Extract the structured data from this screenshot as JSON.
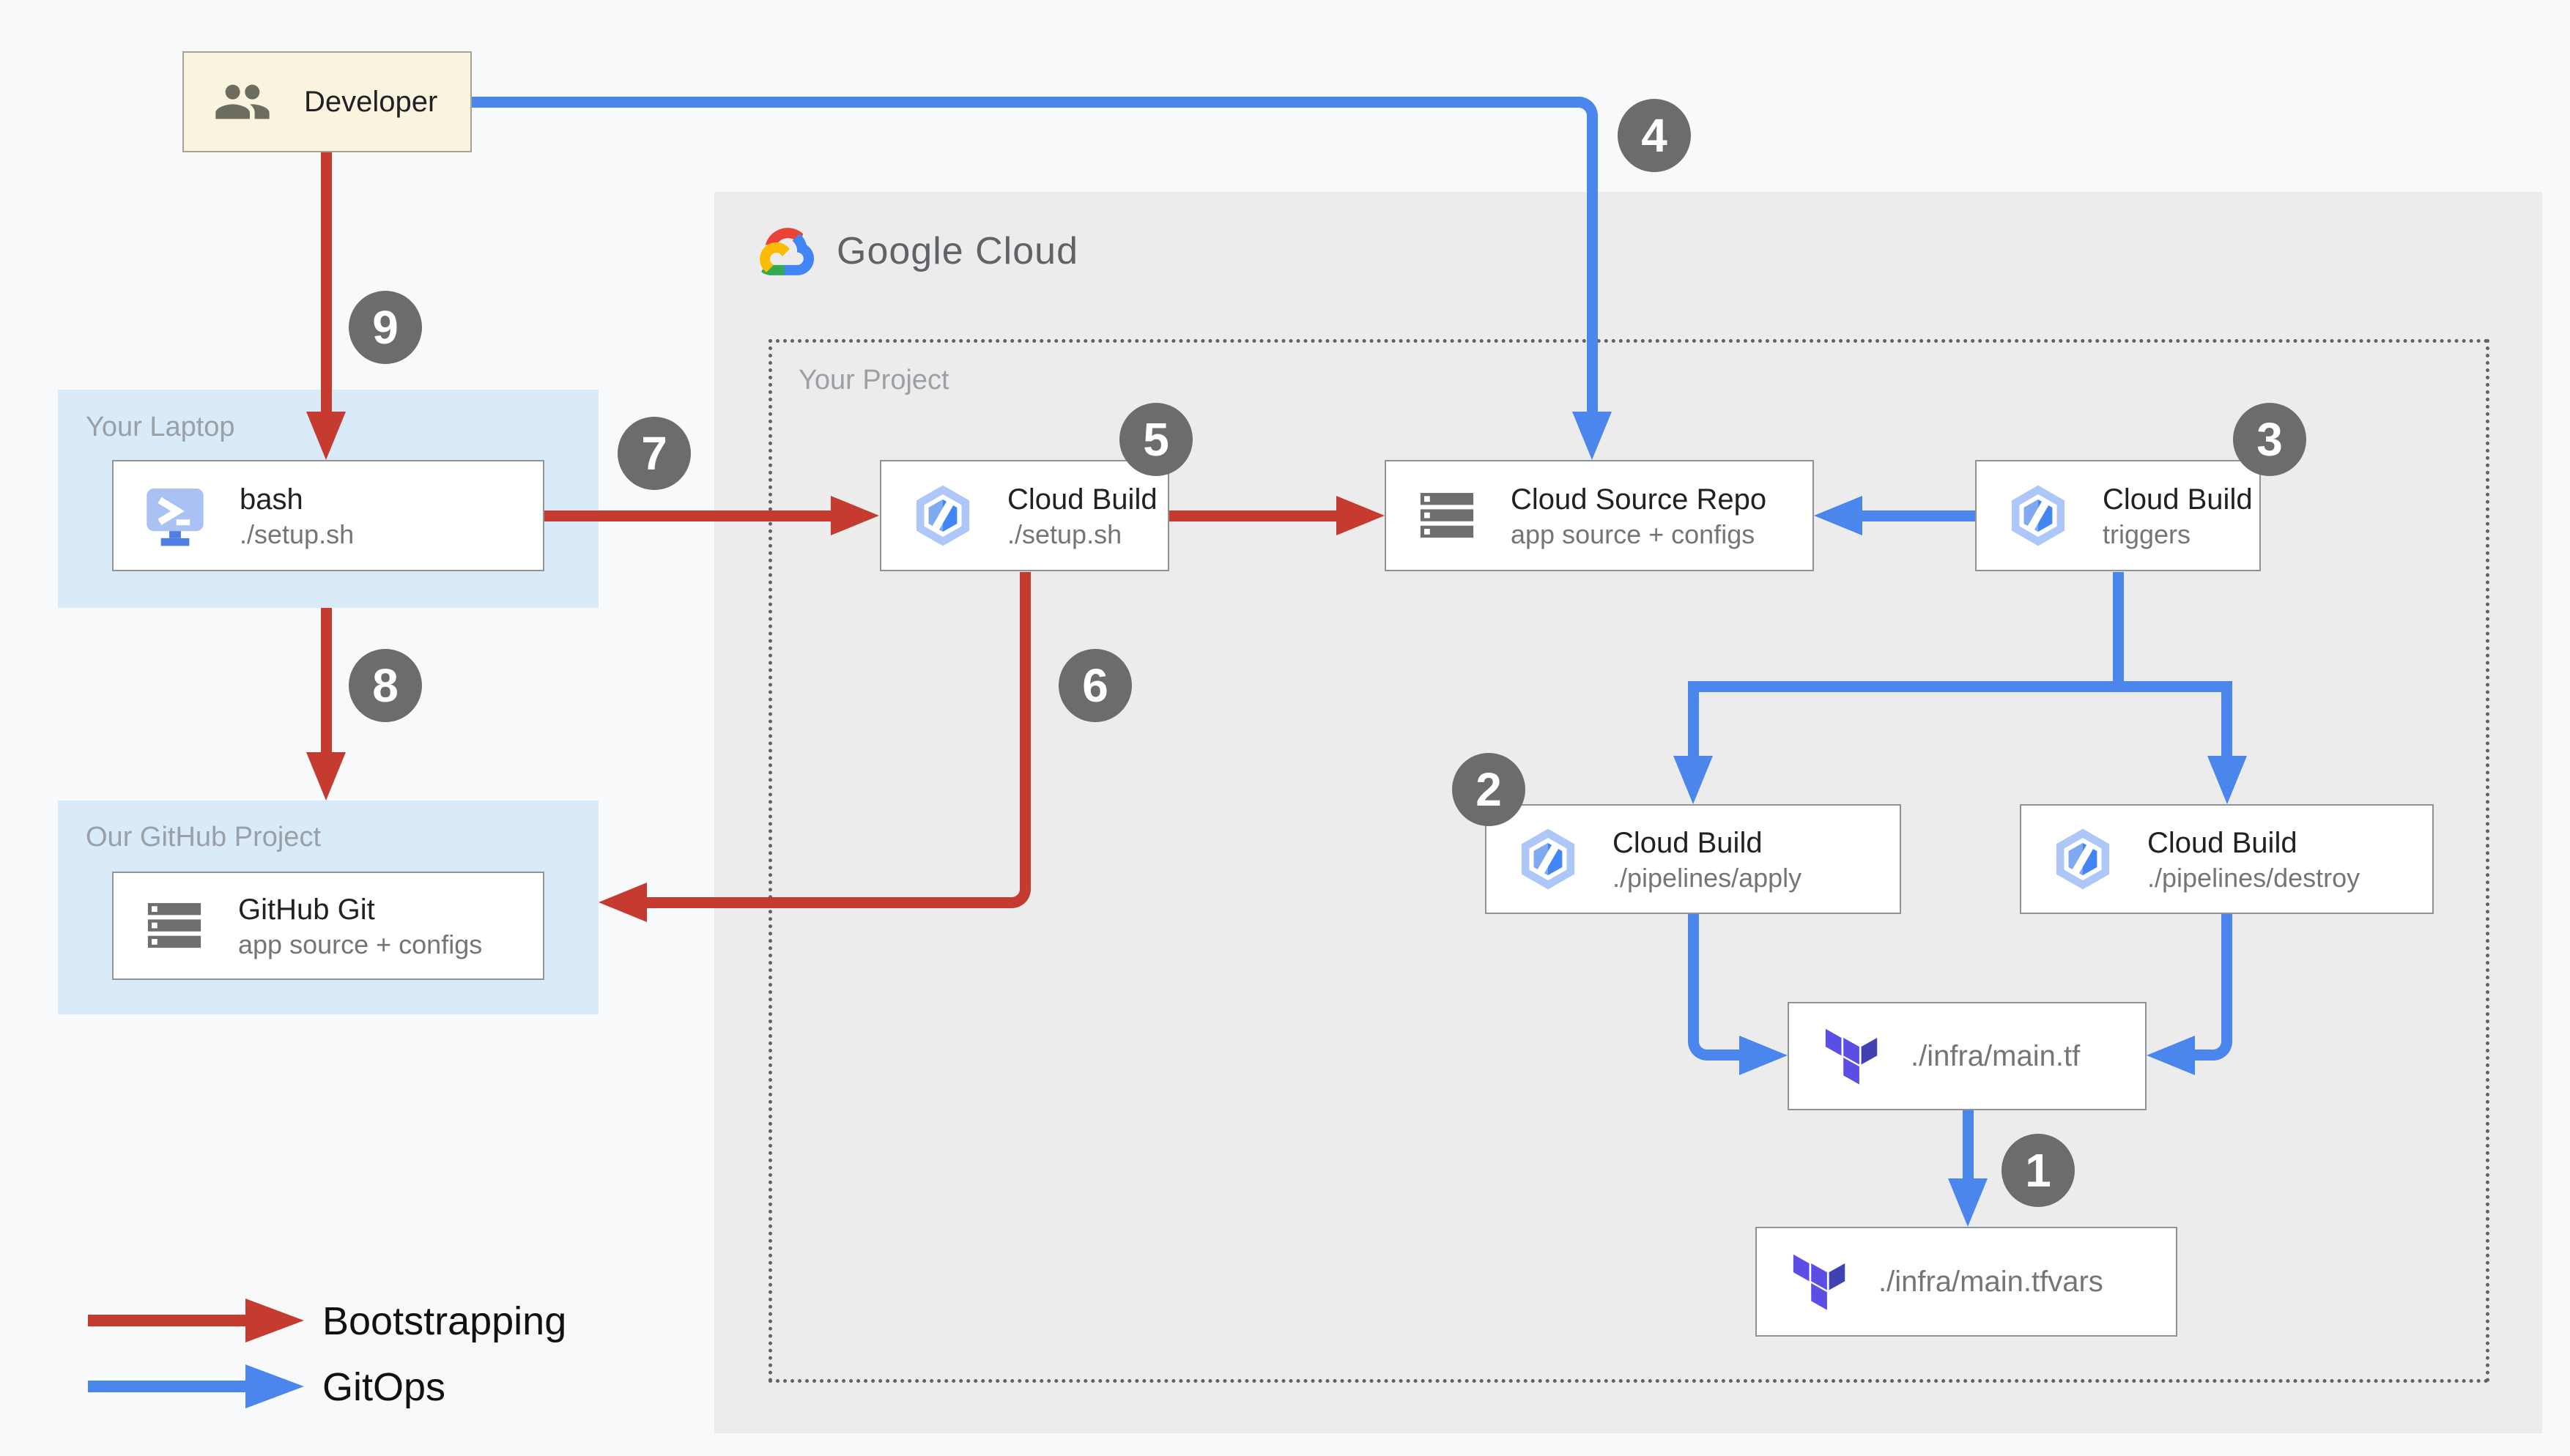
{
  "diagram": {
    "colors": {
      "bootstrap_red": "#C53B30",
      "gitops_blue": "#4A86EC",
      "badge_gray": "#6C6C6C",
      "google_cloud_panel_bg": "#ECECEC",
      "local_container_bg": "#D9EAF8",
      "developer_box_bg": "#FAF3DE"
    },
    "brand": {
      "logo_text": "Google Cloud",
      "logo_icon": "google-cloud-logo-icon"
    },
    "containers": {
      "developer": {
        "label": "Developer",
        "icon": "people-icon"
      },
      "your_laptop": {
        "label": "Your Laptop"
      },
      "our_github_project": {
        "label": "Our GitHub Project"
      },
      "your_project": {
        "label": "Your Project"
      }
    },
    "nodes": {
      "bash": {
        "title": "bash",
        "subtitle": "./setup.sh",
        "icon": "terminal-icon"
      },
      "github_git": {
        "title": "GitHub Git",
        "subtitle": "app source + configs",
        "icon": "repo-stack-icon"
      },
      "cloud_build_setup": {
        "title": "Cloud Build",
        "subtitle": "./setup.sh",
        "icon": "cloud-build-icon"
      },
      "cloud_source_repo": {
        "title": "Cloud Source Repo",
        "subtitle": "app source + configs",
        "icon": "repo-stack-icon"
      },
      "cloud_build_triggers": {
        "title": "Cloud Build",
        "subtitle": "triggers",
        "icon": "cloud-build-icon"
      },
      "cloud_build_apply": {
        "title": "Cloud Build",
        "subtitle": "./pipelines/apply",
        "icon": "cloud-build-icon"
      },
      "cloud_build_destroy": {
        "title": "Cloud Build",
        "subtitle": "./pipelines/destroy",
        "icon": "cloud-build-icon"
      },
      "infra_main_tf": {
        "label": "./infra/main.tf",
        "icon": "terraform-icon"
      },
      "infra_main_tfvars": {
        "label": "./infra/main.tfvars",
        "icon": "terraform-icon"
      }
    },
    "badges": {
      "step1": "1",
      "step2": "2",
      "step3": "3",
      "step4": "4",
      "step5": "5",
      "step6": "6",
      "step7": "7",
      "step8": "8",
      "step9": "9"
    },
    "legend": {
      "bootstrapping": "Bootstrapping",
      "gitops": "GitOps"
    }
  }
}
